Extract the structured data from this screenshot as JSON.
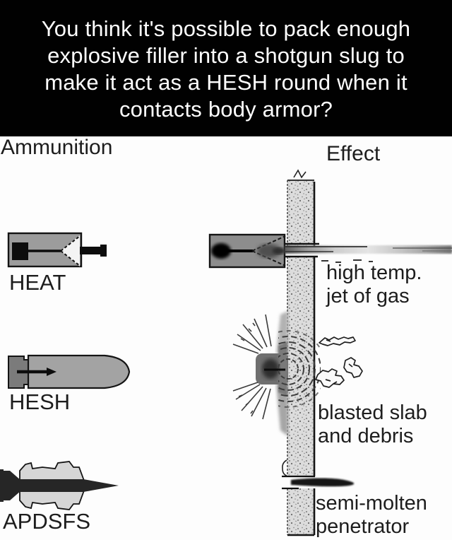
{
  "meme": {
    "caption_lines": [
      "You think it's possible to pack enough",
      "explosive filler into a shotgun slug to",
      "make it act as a HESH round when it",
      "contacts body armor?"
    ]
  },
  "diagram": {
    "headers": {
      "ammunition": "Ammunition",
      "effect": "Effect"
    },
    "rows": [
      {
        "id": "heat",
        "ammo_label": "HEAT",
        "effect_label": "high temp.\njet of gas"
      },
      {
        "id": "hesh",
        "ammo_label": "HESH",
        "effect_label": "blasted slab\nand debris"
      },
      {
        "id": "apdsfs",
        "ammo_label": "APDSFS",
        "effect_label": "semi-molten\npenetrator"
      }
    ],
    "icons": [
      "heat-round-icon",
      "hesh-round-icon",
      "apdsfs-dart-icon",
      "armor-plate",
      "heat-impact-icon",
      "shaped-charge-jet-icon",
      "hesh-impact-icon",
      "spall-debris-icon",
      "semi-molten-penetrator-icon"
    ],
    "colors": {
      "header_bg": "#010101",
      "header_text": "#ffffff",
      "paper_bg": "#fdfdfd",
      "ink": "#1d1d1d",
      "armor_steel": "#dcdcdc",
      "round_gray": "#9c9c9c",
      "round_dark_gray": "#7b7b7b",
      "impact_gray": "#8d8d8d",
      "sabot_gray": "#d6d6d6",
      "dart_black": "#262626"
    }
  }
}
